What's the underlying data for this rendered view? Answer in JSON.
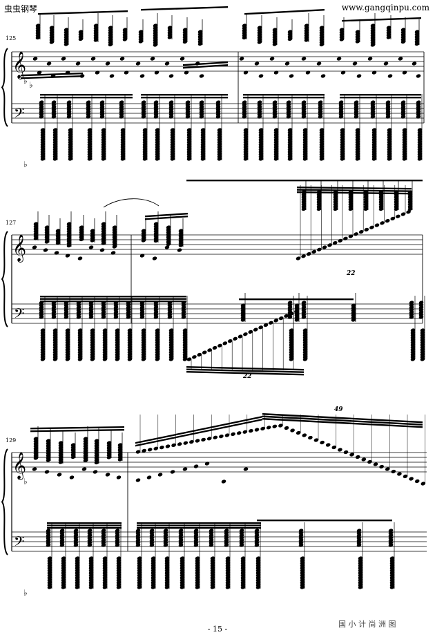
{
  "header": {
    "site_name": "虫虫钢琴",
    "url": "www.gangqinpu.com"
  },
  "systems": [
    {
      "measure_number": "125",
      "tuplets": []
    },
    {
      "measure_number": "127",
      "tuplets": [
        "22",
        "22"
      ]
    },
    {
      "measure_number": "129",
      "tuplets": [
        "49"
      ]
    }
  ],
  "footer": {
    "page_number": "- 15 -",
    "watermark": "国 小 计 尚 洲 图"
  }
}
